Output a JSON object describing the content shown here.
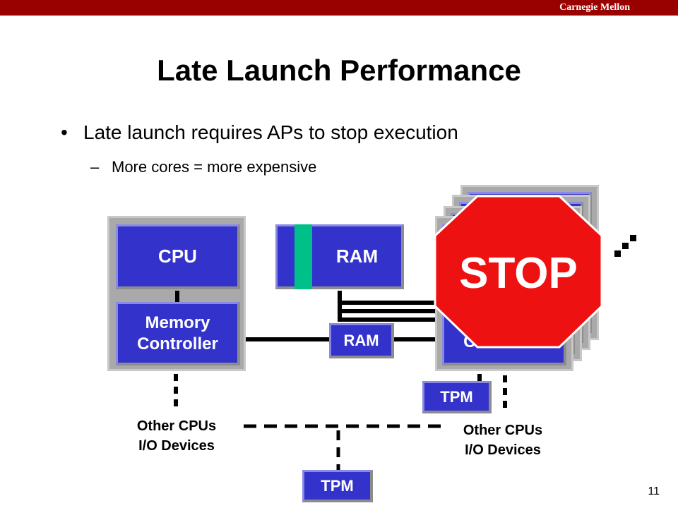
{
  "header": {
    "brand": "Carnegie Mellon",
    "bar_color": "#990000"
  },
  "slide": {
    "title": "Late Launch Performance",
    "bullet": "Late launch requires APs to stop execution",
    "sub_bullet": "More cores = more expensive",
    "page_number": "11"
  },
  "diagram": {
    "cpu": "CPU",
    "memory_controller": [
      "Memory",
      "Controller"
    ],
    "ram_top": "RAM",
    "ram_bus": "RAM",
    "tpm_right": "TPM",
    "tpm_bottom": "TPM",
    "controller_partial": "Controller",
    "other_left": [
      "Other CPUs",
      "I/O Devices"
    ],
    "other_right": [
      "Other CPUs",
      "I/O Devices"
    ],
    "stop_sign": "STOP",
    "colors": {
      "box": "#3333cc",
      "stop": "#ee1111",
      "ram_stripe": "#00c08a"
    }
  }
}
